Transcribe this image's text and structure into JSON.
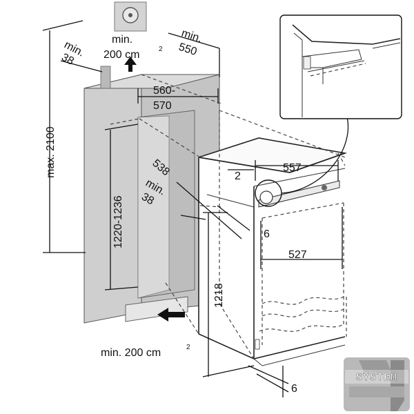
{
  "labels": {
    "min_38_top": "min.",
    "min_38_top_value": "38",
    "vent_top_1": "min.",
    "vent_top_2": "200 cm",
    "vent_sup": "2",
    "min_550_1": "min.",
    "min_550_2": "550",
    "width_560": "560-",
    "width_570": "570",
    "max_height": "max. 2100",
    "niche_height": "1220-1236",
    "depth_538": "538",
    "min_38_mid": "min.",
    "min_38_mid_value": "38",
    "gap_2": "2",
    "width_557": "557",
    "offset_6": "6",
    "depth_527": "527",
    "height_1218": "1218",
    "bottom_6": "6",
    "vent_bottom": "min. 200 cm",
    "vent_bottom_sup": "2"
  },
  "logo": {
    "text": "SYSTEM"
  },
  "colors": {
    "cabinet_fill": "#c8c8c8",
    "cabinet_side": "#d6d6d6",
    "appliance_fill": "#ffffff",
    "logo_red": "#c0392b",
    "logo_gray": "#7a7a7a"
  }
}
